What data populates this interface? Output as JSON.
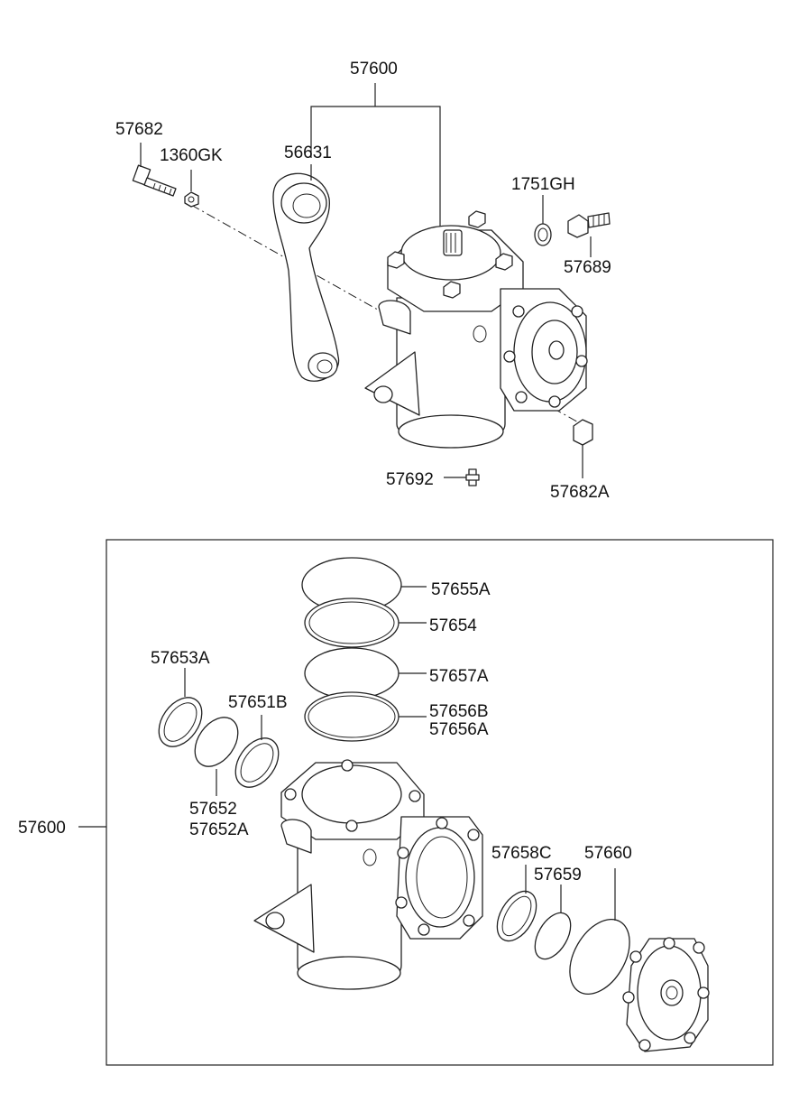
{
  "labels": {
    "top_assembly": "57600",
    "bolt": "57682",
    "washer": "1360GK",
    "pitman_arm": "56631",
    "gasket": "1751GH",
    "valve": "57689",
    "bleeder": "57692",
    "nut": "57682A",
    "kit_assembly": "57600",
    "ring_a": "57655A",
    "ring_b": "57654",
    "ring_c": "57657A",
    "ring_d_1": "57656B",
    "ring_d_2": "57656A",
    "seal_a": "57653A",
    "seal_b": "57651B",
    "oring_a_1": "57652",
    "oring_a_2": "57652A",
    "seal_c": "57658C",
    "oring_b": "57659",
    "oring_c": "57660"
  }
}
